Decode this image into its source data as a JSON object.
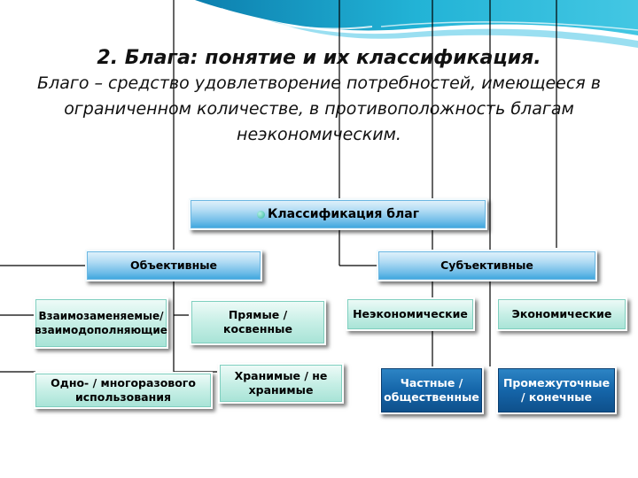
{
  "title": {
    "heading": "2. Блага: понятие и их классификация.",
    "definition": "Благо – средство удовлетворение потребностей, имеющееся в ограниченном количестве, в противоположность благам неэкономическим."
  },
  "diagram": {
    "root": "Классификация благ",
    "categories": {
      "objective": "Объективные",
      "subjective": "Субъективные"
    },
    "objective_items": {
      "substitutes": "Взаимозаменяемые/ взаимодополняющие",
      "direct": "Прямые / косвенные",
      "single_multi": "Одно- / многоразового использования",
      "storable": "Хранимые / не хранимые"
    },
    "subjective_items": {
      "noneconomic": "Неэкономические",
      "economic": "Экономические",
      "private_public": "Частные / общественные",
      "intermediate_final": "Промежуточные / конечные"
    }
  },
  "colors": {
    "banner": "#1aa3c9",
    "connector": "#000000",
    "blue_box": "#6fbce8",
    "aqua_box": "#c7efe6",
    "navy_box": "#1565a9"
  }
}
